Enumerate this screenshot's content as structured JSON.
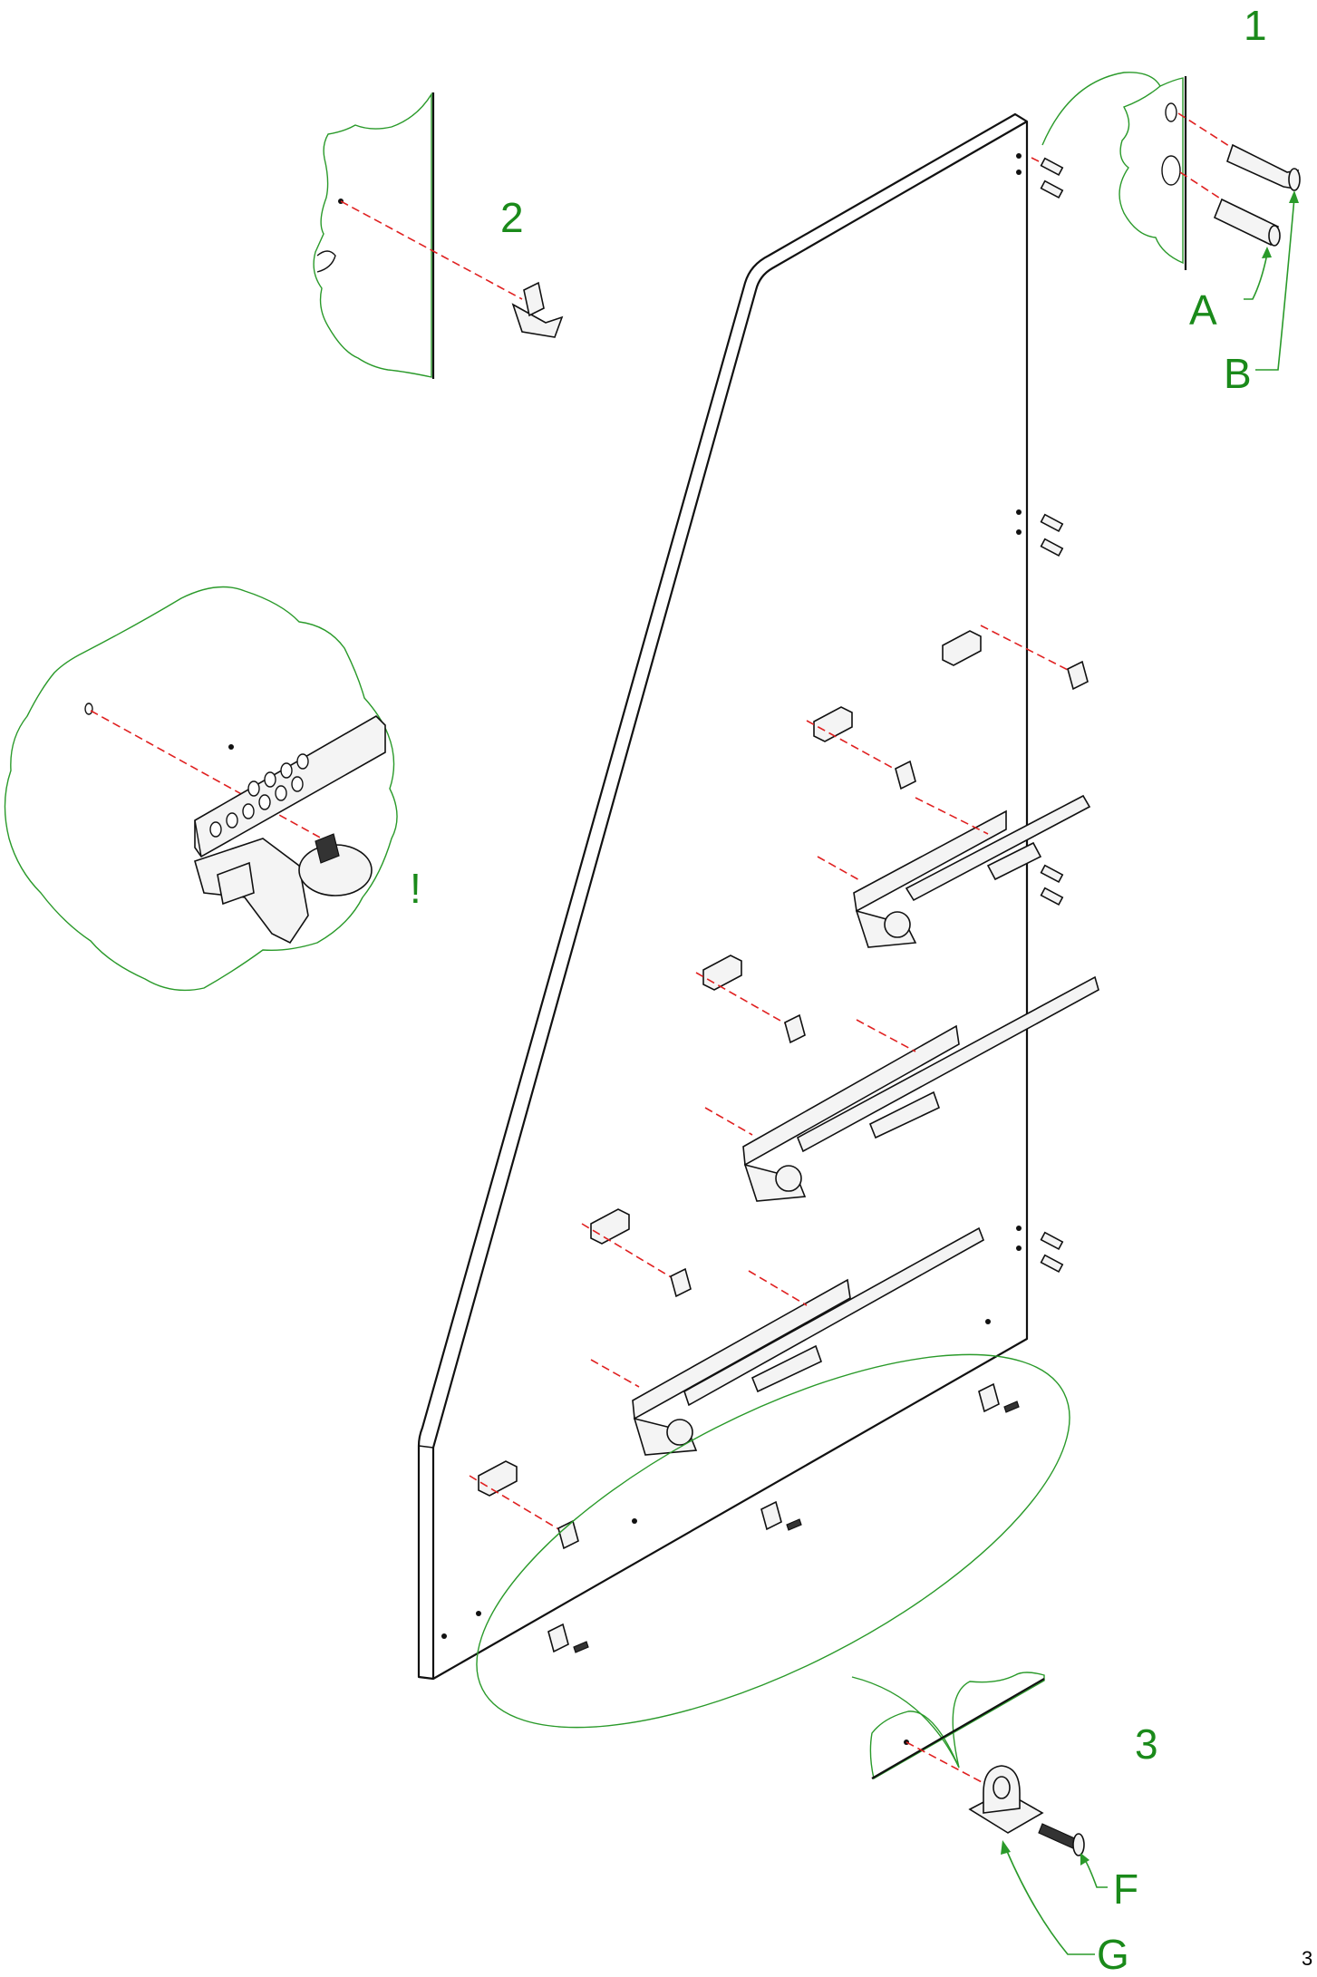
{
  "diagram": {
    "detail_labels": {
      "detail_1": "1",
      "detail_2": "2",
      "detail_3": "3",
      "warning": "!"
    },
    "part_labels": {
      "a": "A",
      "b": "B",
      "f": "F",
      "g": "G"
    },
    "page_number": "3",
    "colors": {
      "callout": "#1a8a1a",
      "zone_outline": "#2a9a2a",
      "dash_line": "#e02020",
      "line_art": "#111111"
    }
  }
}
